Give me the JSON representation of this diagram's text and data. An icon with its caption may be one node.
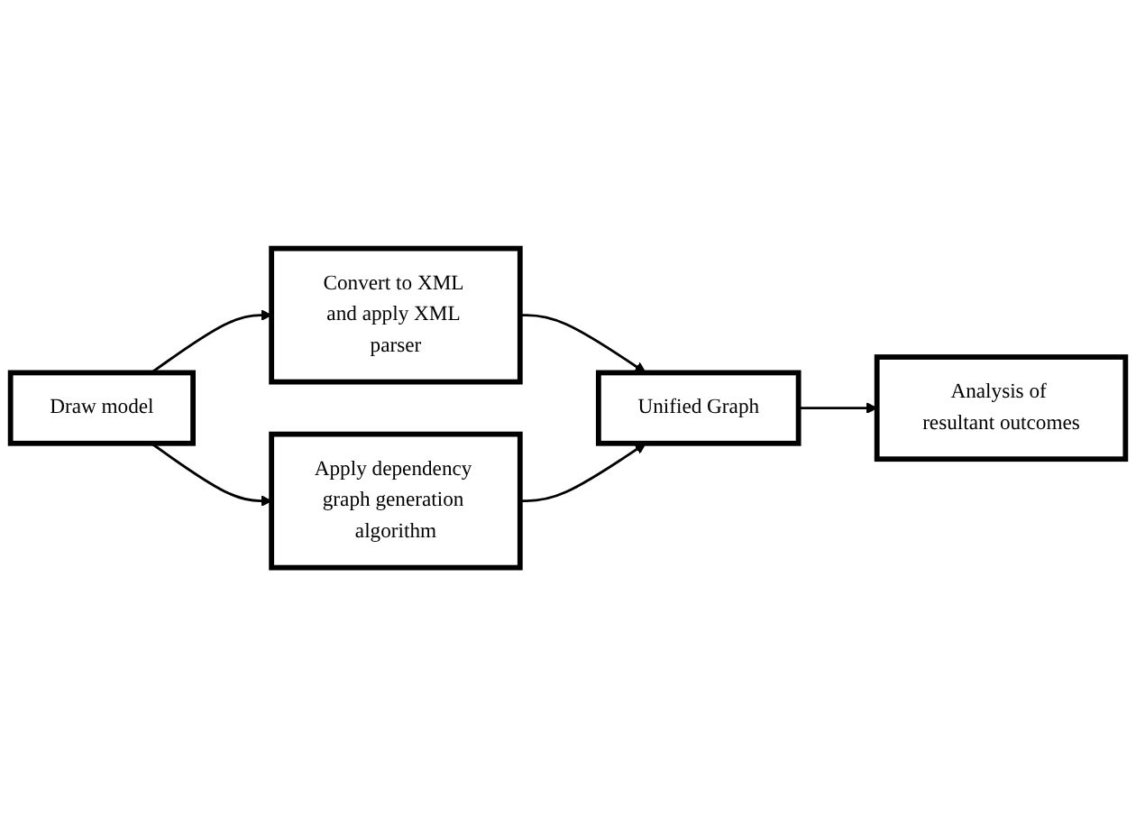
{
  "diagram": {
    "nodes": [
      {
        "text": [
          "Draw model"
        ]
      },
      {
        "text": [
          "Convert to XML and apply XML parser"
        ]
      },
      {
        "text": [
          "Apply dependency graph generation algorithm"
        ]
      },
      {
        "text": [
          "Unified Graph"
        ]
      },
      {
        "text": [
          "Analysis of resultant outcomes"
        ]
      }
    ],
    "edges": [
      {
        "from": 0,
        "to": 1,
        "arrow": "to"
      },
      {
        "from": 0,
        "to": 2,
        "arrow": "to"
      },
      {
        "from": 1,
        "to": 3,
        "arrow": "to"
      },
      {
        "from": 2,
        "to": 3,
        "arrow": "to"
      },
      {
        "from": 3,
        "to": 4,
        "arrow": "to"
      }
    ]
  }
}
